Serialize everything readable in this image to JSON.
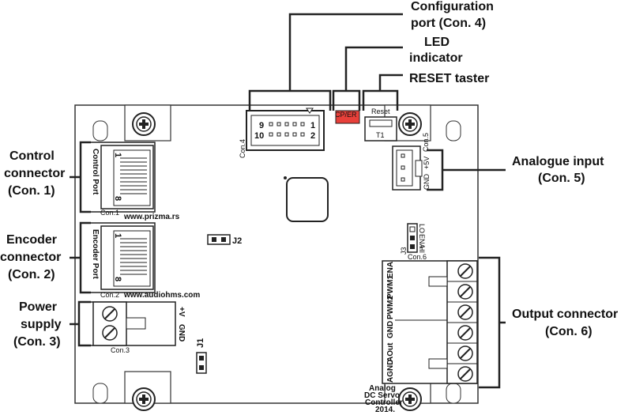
{
  "labels": {
    "config_line1": "Configuration",
    "config_line2": "port (Con. 4)",
    "led_line1": "LED",
    "led_line2": "indicator",
    "reset": "RESET taster",
    "control_line1": "Control",
    "control_line2": "connector",
    "control_line3": "(Con. 1)",
    "encoder_line1": "Encoder",
    "encoder_line2": "connector",
    "encoder_line3": "(Con. 2)",
    "power_line1": "Power",
    "power_line2": "supply",
    "power_line3": "(Con. 3)",
    "analogue_line1": "Analogue input",
    "analogue_line2": "(Con. 5)",
    "output_line1": "Output connector",
    "output_line2": "(Con. 6)"
  },
  "board": {
    "con1": "Con.1",
    "con2": "Con.2",
    "con3": "Con.3",
    "con4": "Con.4",
    "con5": "Con.5",
    "con6": "Con.6",
    "control_port": "Control  Port",
    "encoder_port": "Encoder  Port",
    "pin1": "1",
    "pin8": "8",
    "url1": "www.prizma.rs",
    "url2": "www.audiohms.com",
    "j1": "J1",
    "j2": "J2",
    "j3": "J3",
    "plus_v": "+V",
    "gnd": "GND",
    "plus5v": "+5V",
    "gnd_small": "GND",
    "cp_er": "CP/ER",
    "reset_sw": "Reset",
    "t1": "T1",
    "pin9": "9",
    "pin10": "10",
    "pin1b": "1",
    "pin2": "2",
    "lo": "LO",
    "ena_small": "ENA",
    "hi": "HI",
    "out_ena": "ENA",
    "out_pwm1": "PWM1",
    "out_pwm2": "PWM2",
    "out_gnd": "GND",
    "out_aout": "AOut",
    "out_agnd": "AGND",
    "title_line1": "Analog",
    "title_line2": "DC Servo",
    "title_line3": "Controller",
    "title_line4": "2014."
  },
  "colors": {
    "led": "#e8403a",
    "callout_line": "#222222",
    "board_fill": "#ffffff"
  }
}
